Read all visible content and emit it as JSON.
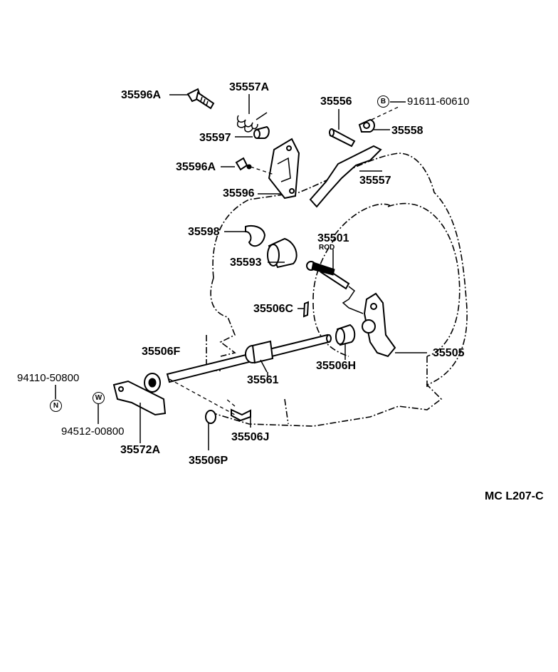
{
  "diagram": {
    "labels": {
      "p35596A_top": "35596A",
      "p35557A": "35557A",
      "p35556": "35556",
      "p91611": "91611-60610",
      "p35597": "35597",
      "p35558": "35558",
      "p35596A_mid": "35596A",
      "p35557": "35557",
      "p35596": "35596",
      "p35598": "35598",
      "p35501": "35501",
      "rod": "ROD",
      "p35593": "35593",
      "p35506C": "35506C",
      "p35506F": "35506F",
      "p35505": "35505",
      "p94110": "94110-50800",
      "p35561": "35561",
      "p35506H": "35506H",
      "p94512": "94512-00800",
      "p35506J": "35506J",
      "p35572A": "35572A",
      "p35506P": "35506P",
      "code": "MC  L207-C"
    },
    "badges": {
      "bolt": "B",
      "nut": "N",
      "washer": "W"
    }
  }
}
